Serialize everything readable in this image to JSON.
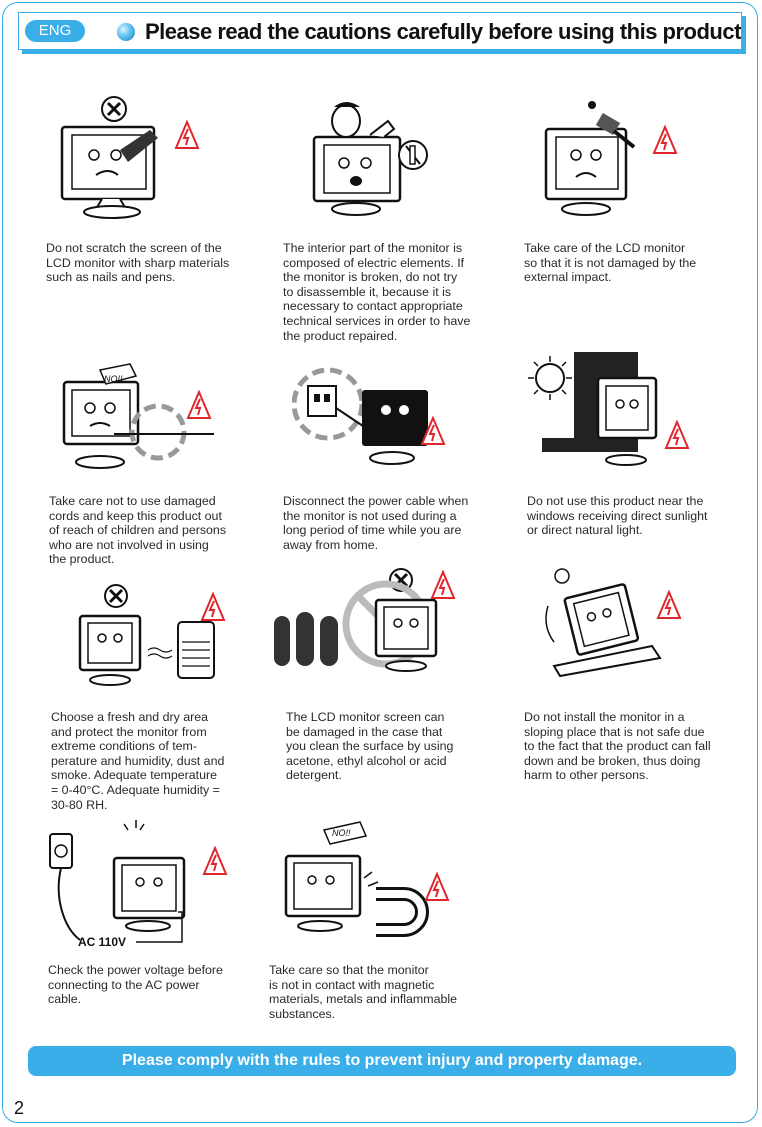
{
  "header": {
    "lang_badge": "ENG",
    "title": "Please read the cautions carefully before using this product"
  },
  "cautions": [
    {
      "id": "scratch",
      "text": "Do not scratch the screen of the\nLCD monitor with sharp materials\nsuch as nails and pens."
    },
    {
      "id": "disassemble",
      "text": "The interior part of the monitor is\ncomposed of electric elements. If\nthe monitor is broken, do not try\nto disassemble it, because it is\nnecessary to contact appropriate\ntechnical services in order to have\nthe product repaired."
    },
    {
      "id": "impact",
      "text": "Take care of the LCD monitor\nso that it is not damaged by the\nexternal impact."
    },
    {
      "id": "cords",
      "text": "Take care not to use damaged\ncords and keep this product out\nof reach of children and persons\nwho are not involved in using\nthe product."
    },
    {
      "id": "unplug",
      "text": "Disconnect the power cable when\nthe monitor is not used during a\nlong period of time while you are\naway from home."
    },
    {
      "id": "sunlight",
      "text": "Do not use this product near the\nwindows receiving direct sunlight\nor direct natural light."
    },
    {
      "id": "environment",
      "text": "Choose a fresh and dry area\nand protect the monitor from\nextreme conditions of tem-\nperature and humidity, dust and\nsmoke. Adequate temperature\n= 0-40°C. Adequate humidity =\n30-80 RH."
    },
    {
      "id": "cleaning",
      "text": "The LCD monitor screen can\nbe damaged in the case that\nyou clean the surface by using\nacetone, ethyl alcohol or acid\ndetergent."
    },
    {
      "id": "slope",
      "text": "Do not install the monitor in a\nsloping place that is not safe due\nto the fact that the product can fall\ndown and be broken, thus doing\nharm to other persons."
    },
    {
      "id": "voltage",
      "text": "Check the power voltage before\nconnecting to the AC power\ncable."
    },
    {
      "id": "magnetic",
      "text": "Take care so that the monitor\nis not in contact with magnetic\nmaterials, metals and inflammable\nsubstances."
    }
  ],
  "illustration_labels": {
    "no_exclaim_1": "NO!!",
    "no_exclaim_2": "NO!!",
    "ac_label": "AC  110V"
  },
  "footer": "Please comply with the rules to prevent injury and property damage.",
  "page_number": "2",
  "colors": {
    "accent": "#3aaee8",
    "warning_red": "#e0262c"
  }
}
